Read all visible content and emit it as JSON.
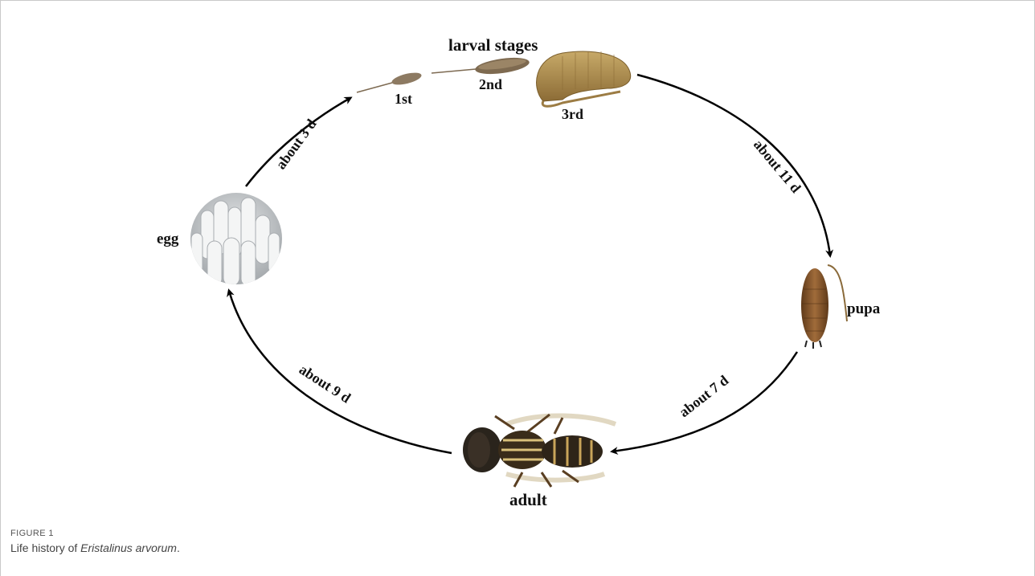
{
  "diagram": {
    "stages": {
      "egg": "egg",
      "larval_title": "larval stages",
      "first": "1st",
      "second": "2nd",
      "third": "3rd",
      "pupa": "pupa",
      "adult": "adult"
    },
    "durations": {
      "egg_to_larva": "about 3 d",
      "larva_to_pupa": "about 11 d",
      "pupa_to_adult": "about 7 d",
      "adult_to_egg": "about 9 d"
    }
  },
  "caption": {
    "figure_label": "FIGURE 1",
    "text_prefix": "Life history of ",
    "species": "Eristalinus arvorum",
    "text_suffix": "."
  },
  "colors": {
    "arrow": "#000000",
    "larva": "#a8894c",
    "pupa": "#8a5a2e",
    "adult_body": "#2a241c",
    "egg_bg": "#b9bdc0"
  }
}
